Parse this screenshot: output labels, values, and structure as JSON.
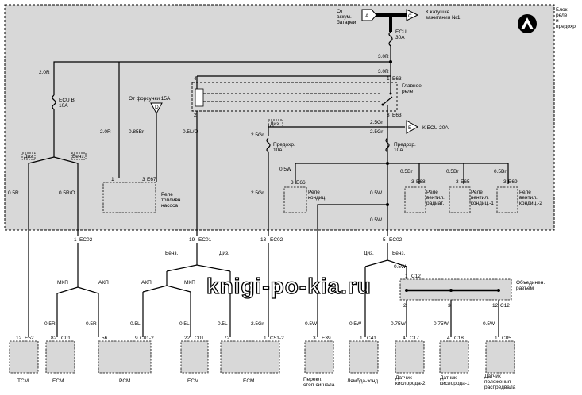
{
  "block_title": "Блок\nреле\nи\nпредохр.",
  "watermark": "knigi-po-kia.ru",
  "top": {
    "from_battery": "От\nаккум.\nбатареи",
    "to_coil": "К катушке\nзажигания №1",
    "conn_a": "A",
    "conn_c": "C",
    "ecu_fuse": "ECU\n30A",
    "wire_30r_1": "3.0R",
    "wire_30r_2": "3.0R",
    "wire_20r": "2.0R",
    "pin4": "4",
    "pin1": "1",
    "e63": "E63",
    "main_relay": "Главное\nреле",
    "pin2": "2",
    "pin3": "3",
    "e63b": "E63"
  },
  "left": {
    "ecub_fuse": "ECU B\n10A",
    "wire_20r": "2.0R",
    "wire_05r": "0.5R",
    "wire_05ro": "0.5R/O",
    "diz": "Диз.",
    "benz": "Бенз.",
    "from_injector": "От форсунки 15A",
    "conn_d": "D",
    "wire_085br": "0.85Br",
    "pin1": "1",
    "pin3": "3",
    "e67": "E67",
    "fuel_relay": "Реле\nтопливн.\nнасоса",
    "wire_05lo": "0.5L/O",
    "ec02_a": "EC02",
    "ec02_pin": "1",
    "ec01": "EC01",
    "ec01_pin": "19",
    "ec02_b": "EC02",
    "ec02_b_pin": "13"
  },
  "mid": {
    "diz": "Диз.",
    "wire_25gr_1": "2.5Gr",
    "wire_25gr_2": "2.5Gr",
    "fuse_10a": "Предохр.\n10A",
    "wire_25gr_3": "2.5Gr",
    "to_ecu": "К ECU 20A",
    "conn_e": "E",
    "fuse_10a_b": "Предохр.\n10A",
    "wire_05w_1": "0.5W",
    "pin3": "3",
    "e66": "E66",
    "cond_relay": "Реле\nкондиц.",
    "wire_05w_2": "0.5W",
    "wire_05w_3": "0.5W",
    "ec02_c": "EC02",
    "ec02_c_pin": "5"
  },
  "right": {
    "wire_05br_1": "0.5Br",
    "e68": "E68",
    "relay1": "Реле\nвентил.\nрадиат.",
    "wire_05br_2": "0.5Br",
    "e65": "E65",
    "relay2": "Реле\nвентил.\nкондиц.-1",
    "wire_05br_3": "0.5Br",
    "e69": "E69",
    "relay3": "Реле\nвентил.\nкондиц.-2",
    "pin3": "3"
  },
  "lower": {
    "benz": "Бенз.",
    "diz": "Диз.",
    "mkp1": "МКП",
    "akp1": "АКП",
    "akp2": "АКП",
    "mkp2": "МКП",
    "diz2": "Диз.",
    "benz2": "Бенз.",
    "wire_05w": "0.5W",
    "pin1": "1",
    "c12": "C12",
    "joint": "Объединен.\nразъем",
    "pin2": "2",
    "pin3": "3",
    "pin12": "12",
    "c12b": "C12"
  },
  "bottom_wires": [
    "0.5R",
    "0.5R",
    "0.5L",
    "0.5L",
    "0.5L",
    "2.5Gr",
    "0.5W",
    "0.5W",
    "0.75W",
    "0.75W",
    "0.5W"
  ],
  "components": [
    {
      "pin": "12",
      "conn": "E52",
      "label": "TCM"
    },
    {
      "pin": "82",
      "conn": "C01",
      "label": "ECM"
    },
    {
      "pin": "56",
      "conn": "",
      "label": "PCM"
    },
    {
      "pin": "9",
      "conn": "C01-2",
      "label": ""
    },
    {
      "pin": "22",
      "conn": "C01",
      "label": "ECM"
    },
    {
      "pin": "72",
      "conn": "",
      "label": "ECM"
    },
    {
      "pin": "1",
      "conn": "C51-2",
      "label": ""
    },
    {
      "pin": "3",
      "conn": "E39",
      "label": "Перекл.\nстоп-сигнала"
    },
    {
      "pin": "1",
      "conn": "C41",
      "label": "Лямбда-зонд"
    },
    {
      "pin": "4",
      "conn": "C17",
      "label": "Датчик\nкислорода-2"
    },
    {
      "pin": "4",
      "conn": "C18",
      "label": "Датчик\nкислорода-1"
    },
    {
      "pin": "1",
      "conn": "C05",
      "label": "Датчик\nположения\nраспредвала"
    }
  ]
}
